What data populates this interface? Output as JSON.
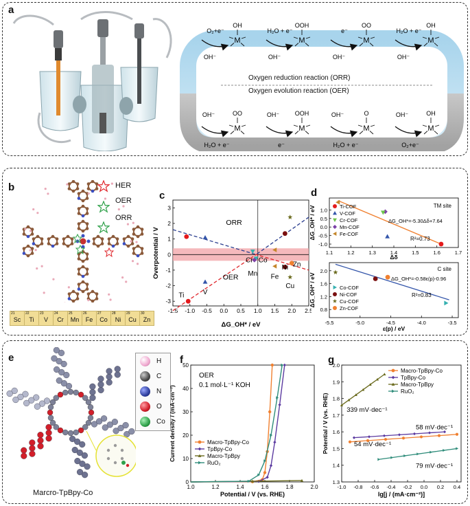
{
  "panels": {
    "a": {
      "label": "a"
    },
    "b": {
      "label": "b"
    },
    "c": {
      "label": "c"
    },
    "d": {
      "label": "d"
    },
    "e": {
      "label": "e"
    },
    "f": {
      "label": "f"
    },
    "g": {
      "label": "g"
    }
  },
  "a": {
    "orr_title": "Oxygen reduction reaction (ORR)",
    "oer_title": "Oxygen evolution reaction (OER)",
    "metal": "M",
    "top_ligands": [
      "OH",
      "OOH",
      "OO",
      "OH"
    ],
    "bottom_ligands": [
      "OO",
      "OOH",
      "O",
      "OH"
    ],
    "top_above": [
      "O₂+e⁻",
      "H₂O + e⁻",
      "e⁻",
      "H₂O + e⁻"
    ],
    "top_below": [
      "OH⁻",
      "OH⁻",
      "OH⁻",
      "OH⁻"
    ],
    "bottom_above": [
      "OH⁻",
      "OH⁻",
      "OH⁻",
      "OH⁻"
    ],
    "bottom_below": [
      "H₂O + e⁻",
      "e⁻",
      "H₂O + e⁻",
      "O₂+e⁻"
    ]
  },
  "b": {
    "legend": [
      "HER",
      "OER",
      "ORR"
    ],
    "elements": [
      {
        "num": "21",
        "sym": "Sc"
      },
      {
        "num": "22",
        "sym": "Ti"
      },
      {
        "num": "23",
        "sym": "V"
      },
      {
        "num": "24",
        "sym": "Cr"
      },
      {
        "num": "25",
        "sym": "Mn"
      },
      {
        "num": "26",
        "sym": "Fe"
      },
      {
        "num": "27",
        "sym": "Co"
      },
      {
        "num": "28",
        "sym": "Ni"
      },
      {
        "num": "29",
        "sym": "Cu"
      },
      {
        "num": "30",
        "sym": "Zn"
      }
    ]
  },
  "e": {
    "legend": [
      {
        "sym": "H",
        "color": "#f0a9d0"
      },
      {
        "sym": "C",
        "color": "#4a4a4a"
      },
      {
        "sym": "N",
        "color": "#2f3f9e"
      },
      {
        "sym": "O",
        "color": "#d21f2a"
      },
      {
        "sym": "Co",
        "color": "#2fa14a"
      }
    ],
    "caption": "Marcro-TpBpy-Co"
  },
  "chart_data": [
    {
      "id": "c",
      "type": "scatter",
      "xlabel": "ΔG_OH* / eV",
      "ylabel": "Overpotential / V",
      "xlim": [
        -1.5,
        2.5
      ],
      "ylim": [
        -3.3,
        3.5
      ],
      "xticks": [
        "-1.5",
        "-1.0",
        "-0.5",
        "0.0",
        "0.5",
        "1.0",
        "1.5",
        "2.0",
        "2.5"
      ],
      "yticks": [
        "3",
        "2",
        "1",
        "0",
        "-1",
        "-2",
        "-3"
      ],
      "region_labels": [
        "ORR",
        "OER"
      ],
      "shaded_band": [
        -0.4,
        0.4
      ],
      "points": [
        {
          "label": "Ti",
          "x": -1.1,
          "y": 1.15,
          "color": "#e41a1c",
          "marker": "circle"
        },
        {
          "label": "Ti",
          "x": -1.05,
          "y": -3.0,
          "color": "#e41a1c",
          "marker": "circle"
        },
        {
          "label": "V",
          "x": -0.55,
          "y": 1.1,
          "color": "#3355aa",
          "marker": "triangle"
        },
        {
          "label": "V",
          "x": -0.55,
          "y": -1.75,
          "color": "#3355aa",
          "marker": "triangle"
        },
        {
          "label": "Cr",
          "x": 0.85,
          "y": 0.2,
          "color": "#35b0b0",
          "marker": "triangle-down"
        },
        {
          "label": "Co",
          "x": 0.95,
          "y": -0.25,
          "color": "#35b0b0",
          "marker": "triangle-down"
        },
        {
          "label": "Mn",
          "x": 0.9,
          "y": -0.35,
          "color": "#7a3fa6",
          "marker": "diamond"
        },
        {
          "label": "Fe",
          "x": 1.5,
          "y": -0.75,
          "color": "#c4862a",
          "marker": "triangle-left"
        },
        {
          "label": "Fe",
          "x": 1.5,
          "y": 0.3,
          "color": "#c4862a",
          "marker": "triangle-left"
        },
        {
          "label": "Ni",
          "x": 1.8,
          "y": 1.35,
          "color": "#7a1010",
          "marker": "circle"
        },
        {
          "label": "Ni",
          "x": 1.8,
          "y": -0.8,
          "color": "#7a1010",
          "marker": "circle"
        },
        {
          "label": "Cu",
          "x": 1.95,
          "y": 2.4,
          "color": "#6b6b1e",
          "marker": "star"
        },
        {
          "label": "Cu",
          "x": 1.95,
          "y": -1.45,
          "color": "#6b6b1e",
          "marker": "star"
        },
        {
          "label": "Zn",
          "x": 2.0,
          "y": -0.55,
          "color": "#f08030",
          "marker": "circle"
        }
      ],
      "point_labels": [
        {
          "text": "Ti",
          "x": -1.25,
          "y": -2.75
        },
        {
          "text": "V",
          "x": -0.55,
          "y": -2.55
        },
        {
          "text": "Cr",
          "x": 0.75,
          "y": -0.5
        },
        {
          "text": "Co",
          "x": 1.15,
          "y": -0.5
        },
        {
          "text": "Mn",
          "x": 0.85,
          "y": -1.35
        },
        {
          "text": "Fe",
          "x": 1.5,
          "y": -1.55
        },
        {
          "text": "Ni",
          "x": 1.8,
          "y": -0.95
        },
        {
          "text": "Cu",
          "x": 1.95,
          "y": -2.15
        },
        {
          "text": "Zn",
          "x": 2.15,
          "y": -0.75
        }
      ],
      "lines": [
        {
          "style": "dashed",
          "color": "#2c3f8f",
          "points": [
            [
              -1.5,
              1.6
            ],
            [
              0.95,
              0.0
            ],
            [
              2.5,
              2.4
            ]
          ]
        },
        {
          "style": "dashed",
          "color": "#e0262b",
          "points": [
            [
              -1.5,
              -3.6
            ],
            [
              0.95,
              0.0
            ],
            [
              2.5,
              -1.0
            ]
          ]
        }
      ]
    },
    {
      "id": "d-top",
      "type": "scatter",
      "xlabel": "Δδ",
      "ylabel": "ΔG_OH* / eV",
      "xlim": [
        1.1,
        1.7
      ],
      "ylim": [
        -1.2,
        1.7
      ],
      "xticks": [
        "1.1",
        "1.2",
        "1.3",
        "1.4",
        "1.5",
        "1.6",
        "1.7"
      ],
      "yticks": [
        "1.0",
        "0.5",
        "0.0",
        "-0.5",
        "-1.0"
      ],
      "annotation_title": "TM site",
      "fit": "ΔG_OH*=-5.30Δδ+7.64",
      "r2": "R²=0.73",
      "legend": [
        "Ti-COF",
        "V-COF",
        "Cr-COF",
        "Mn-COF",
        "Fe-COF"
      ],
      "points": [
        {
          "x": 1.14,
          "y": 1.45,
          "color": "#c4862a",
          "marker": "triangle-left"
        },
        {
          "x": 1.36,
          "y": 0.9,
          "color": "#7a3fa6",
          "marker": "diamond"
        },
        {
          "x": 1.35,
          "y": 0.85,
          "color": "#6cc44a",
          "marker": "triangle-down"
        },
        {
          "x": 1.37,
          "y": -0.55,
          "color": "#3355aa",
          "marker": "triangle"
        },
        {
          "x": 1.62,
          "y": -1.0,
          "color": "#e41a1c",
          "marker": "circle"
        }
      ],
      "fit_line": [
        [
          1.14,
          1.55
        ],
        [
          1.62,
          -1.0
        ]
      ]
    },
    {
      "id": "d-bottom",
      "type": "scatter",
      "xlabel": "ε(p) / eV",
      "ylabel": "ΔG_OH* / eV",
      "xlim": [
        -5.5,
        -3.4
      ],
      "ylim": [
        0.55,
        2.25
      ],
      "xticks": [
        "-5.5",
        "-5.0",
        "-4.5",
        "-4.0",
        "-3.5"
      ],
      "yticks": [
        "2.0",
        "1.6",
        "1.2",
        "0.8"
      ],
      "annotation_title": "C site",
      "fit": "ΔG_OH*=-0.58ε(p)-0.96",
      "r2": "R²=0.83",
      "legend": [
        "Co-COF",
        "Ni-COF",
        "Cu-COF",
        "Zn-COF"
      ],
      "points": [
        {
          "x": -5.4,
          "y": 1.95,
          "color": "#6b6b1e",
          "marker": "star"
        },
        {
          "x": -4.75,
          "y": 1.75,
          "color": "#7a1010",
          "marker": "circle"
        },
        {
          "x": -4.55,
          "y": 1.8,
          "color": "#f08030",
          "marker": "circle"
        },
        {
          "x": -3.6,
          "y": 1.0,
          "color": "#35b0b0",
          "marker": "triangle-right"
        }
      ],
      "fit_line": [
        [
          -5.4,
          2.2
        ],
        [
          -3.55,
          1.1
        ]
      ]
    },
    {
      "id": "f",
      "type": "line",
      "xlabel": "Potential / V (vs. RHE)",
      "ylabel": "Current density / (mA·cm⁻²)",
      "xlim": [
        1.0,
        2.0
      ],
      "ylim": [
        0,
        50
      ],
      "xticks": [
        "1.0",
        "1.2",
        "1.4",
        "1.6",
        "1.8",
        "2.0"
      ],
      "yticks": [
        "0",
        "10",
        "20",
        "30",
        "40",
        "50"
      ],
      "annotation": [
        "OER",
        "0.1 mol·L⁻¹ KOH"
      ],
      "series": [
        {
          "name": "Macro-TpBpy-Co",
          "color": "#f08030",
          "marker": "circle",
          "x": [
            1.0,
            1.5,
            1.58,
            1.6,
            1.62,
            1.64,
            1.66
          ],
          "y": [
            0,
            0.1,
            1,
            4,
            13,
            30,
            50
          ]
        },
        {
          "name": "TpBpy-Co",
          "color": "#5b3aa0",
          "marker": "diamond",
          "x": [
            1.0,
            1.55,
            1.62,
            1.65,
            1.68,
            1.72,
            1.76
          ],
          "y": [
            0,
            0.2,
            2,
            7,
            17,
            33,
            50
          ]
        },
        {
          "name": "Macro-TpBpy",
          "color": "#6b6b1e",
          "marker": "triangle",
          "x": [
            1.0,
            1.5,
            1.9
          ],
          "y": [
            0,
            0.3,
            0.6
          ]
        },
        {
          "name": "RuO₂",
          "color": "#2e8c7a",
          "marker": "triangle-right",
          "x": [
            1.0,
            1.47,
            1.55,
            1.6,
            1.65,
            1.7,
            1.74
          ],
          "y": [
            0,
            0.3,
            3,
            9,
            20,
            36,
            50
          ]
        }
      ]
    },
    {
      "id": "g",
      "type": "line",
      "xlabel": "lg[j / (mA·cm⁻²)]",
      "ylabel": "Potential / V (vs. RHE)",
      "xlim": [
        -1.0,
        0.45
      ],
      "ylim": [
        1.3,
        2.0
      ],
      "xticks": [
        "-1.0",
        "-0.8",
        "-0.6",
        "-0.4",
        "-0.2",
        "0.0",
        "0.2",
        "0.4"
      ],
      "yticks": [
        "1.3",
        "1.4",
        "1.5",
        "1.6",
        "1.7",
        "1.8",
        "1.9",
        "2.0"
      ],
      "slope_labels": [
        {
          "text": "339 mV·dec⁻¹",
          "x": -0.94,
          "y": 1.72
        },
        {
          "text": "58 mV·dec⁻¹",
          "x": -0.1,
          "y": 1.615
        },
        {
          "text": "54 mV·dec⁻¹",
          "x": -0.85,
          "y": 1.515
        },
        {
          "text": "79 mV·dec⁻¹",
          "x": -0.1,
          "y": 1.385
        }
      ],
      "series": [
        {
          "name": "Macro-TpBpy-Co",
          "color": "#f08030",
          "marker": "circle",
          "x": [
            -0.9,
            0.4
          ],
          "y": [
            1.54,
            1.585
          ]
        },
        {
          "name": "TpBpy-Co",
          "color": "#5b3aa0",
          "marker": "diamond",
          "x": [
            -0.85,
            0.25
          ],
          "y": [
            1.565,
            1.6
          ]
        },
        {
          "name": "Macro-TpBpy",
          "color": "#6b6b1e",
          "marker": "triangle",
          "x": [
            -1.0,
            -0.48
          ],
          "y": [
            1.76,
            1.945
          ]
        },
        {
          "name": "RuO₂",
          "color": "#2e8c7a",
          "marker": "triangle-right",
          "x": [
            -0.55,
            0.4
          ],
          "y": [
            1.435,
            1.5
          ]
        }
      ]
    }
  ]
}
